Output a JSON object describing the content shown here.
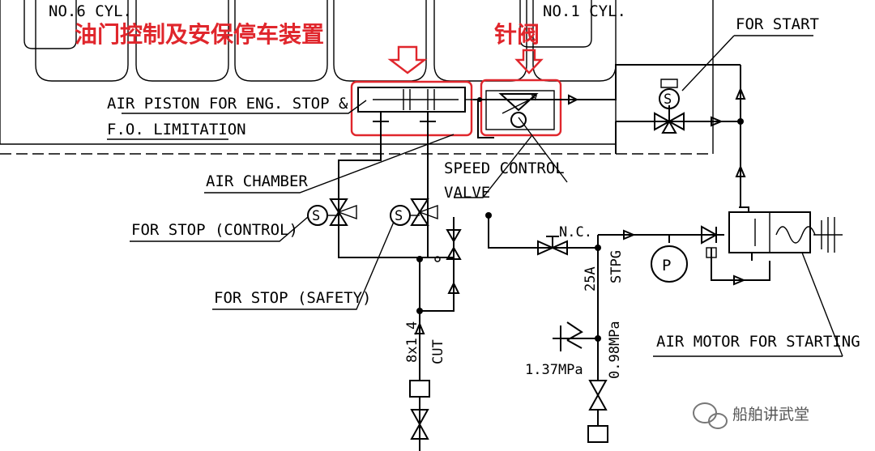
{
  "colors": {
    "annotation": "#e0262c",
    "line": "#000000",
    "watermark": "#555555"
  },
  "cylinders": {
    "left": "NO.6 CYL.",
    "right": "NO.1 CYL."
  },
  "annotations": {
    "fuel_stop_device": "油门控制及安保停车装置",
    "needle_valve": "针阀"
  },
  "labels": {
    "air_piston_line1": "AIR PISTON FOR ENG. STOP &",
    "air_piston_line2": "F.O. LIMITATION",
    "air_chamber": "AIR CHAMBER",
    "speed_control_line1": "SPEED CONTROL",
    "speed_control_line2": "VALVE",
    "for_start": "FOR START",
    "for_stop_control": "FOR STOP (CONTROL)",
    "for_stop_safety": "FOR STOP (SAFETY)",
    "nc": "N.C.",
    "pipe_25a": "25A",
    "stpg": "STPG",
    "pipe_8x14": "8x1.4",
    "cut": "CUT",
    "pressure_098": "0.98MPa",
    "pressure_137": "1.37MPa",
    "air_motor": "AIR MOTOR FOR STARTING",
    "pressure_gauge": "P",
    "solenoid": "S"
  },
  "icons": [
    "solenoid-valve-icon",
    "check-valve-icon",
    "needle-valve-icon",
    "pressure-gauge-icon",
    "safety-valve-icon",
    "arrow-down-icon"
  ],
  "watermark": {
    "text": "船舶讲武堂",
    "icon": "wechat-icon"
  }
}
